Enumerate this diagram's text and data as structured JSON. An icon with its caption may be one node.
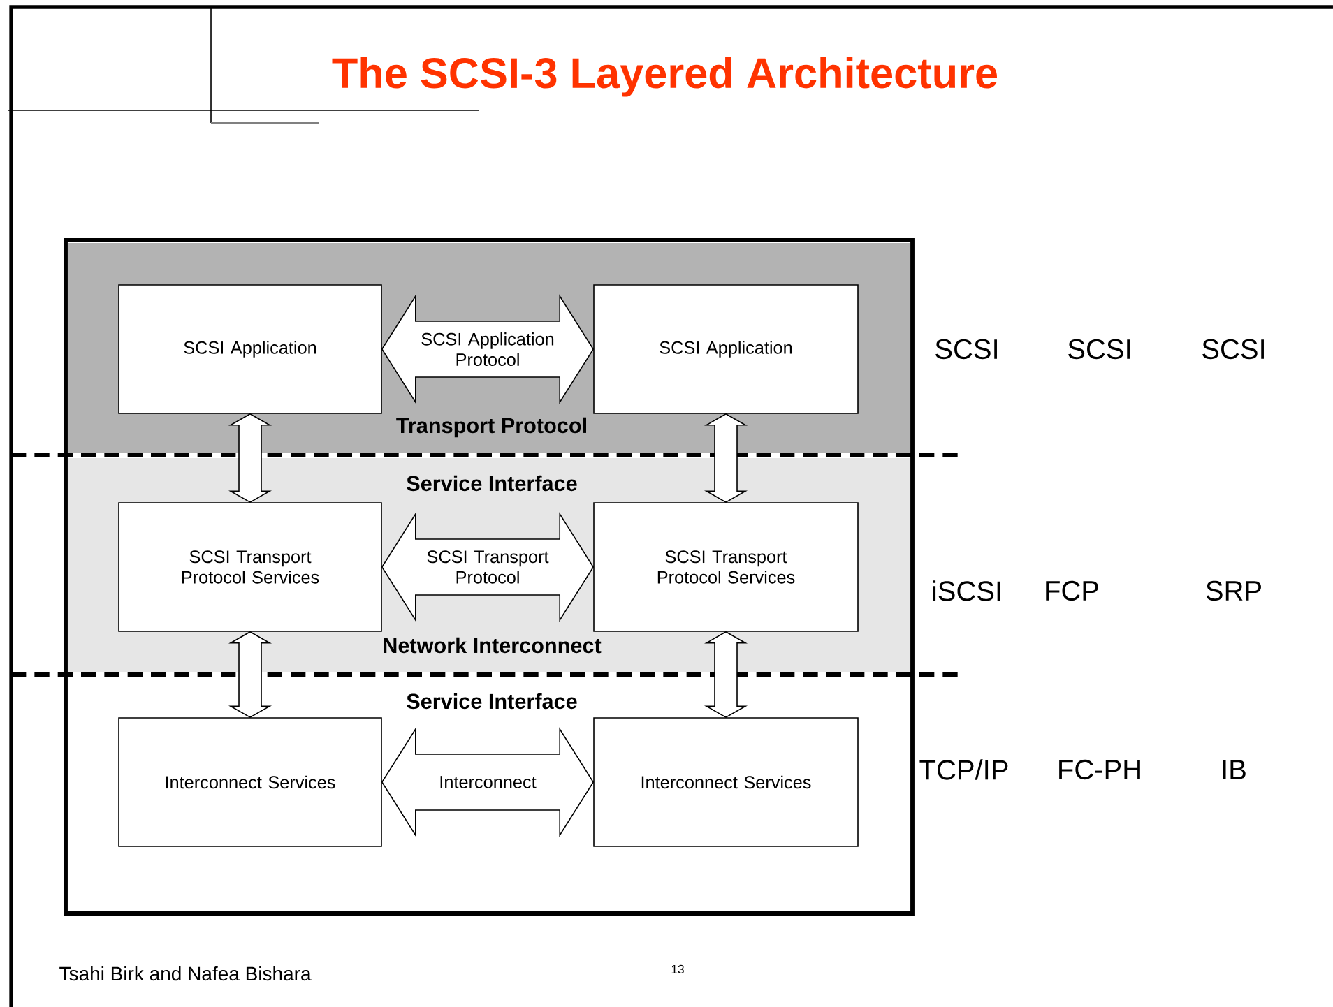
{
  "diagram": {
    "title": "The SCSI-3 Layered Architecture",
    "nodes": [
      {
        "text": [
          "Transport Protocol"
        ]
      },
      {
        "text": [
          "SCSI Application"
        ],
        "in": 0
      },
      {
        "text": [
          "SCSI Application"
        ],
        "in": 0
      },
      {
        "text": [
          "Service Interface",
          "Network Interconnect"
        ]
      },
      {
        "text": [
          "SCSI Transport Protocol Services"
        ],
        "in": 3
      },
      {
        "text": [
          "SCSI Transport Protocol Services"
        ],
        "in": 3
      },
      {
        "text": [
          "Interconnect Services"
        ]
      },
      {
        "text": [
          "Interconnect Services"
        ]
      }
    ],
    "edges": [
      {
        "from": 1,
        "to": 2,
        "arrow": "both",
        "label": "SCSI Application Protocol"
      },
      {
        "from": 1,
        "to": 4,
        "arrow": "both"
      },
      {
        "from": 2,
        "to": 5,
        "arrow": "both"
      },
      {
        "from": 4,
        "to": 5,
        "arrow": "both",
        "label": "SCSI Transport Protocol"
      },
      {
        "from": 4,
        "to": 6,
        "arrow": "both"
      },
      {
        "from": 5,
        "to": 7,
        "arrow": "both"
      },
      {
        "from": 6,
        "to": 7,
        "arrow": "both",
        "label": "Interconnect"
      }
    ],
    "labels": [
      "SCSI",
      "SCSI",
      "SCSI",
      "iSCSI",
      "FCP",
      "SRP",
      "Service Interface",
      "TCP/IP",
      "FC-PH",
      "IB",
      "Tsahi Birk and Nafea Bishara",
      "13"
    ]
  }
}
